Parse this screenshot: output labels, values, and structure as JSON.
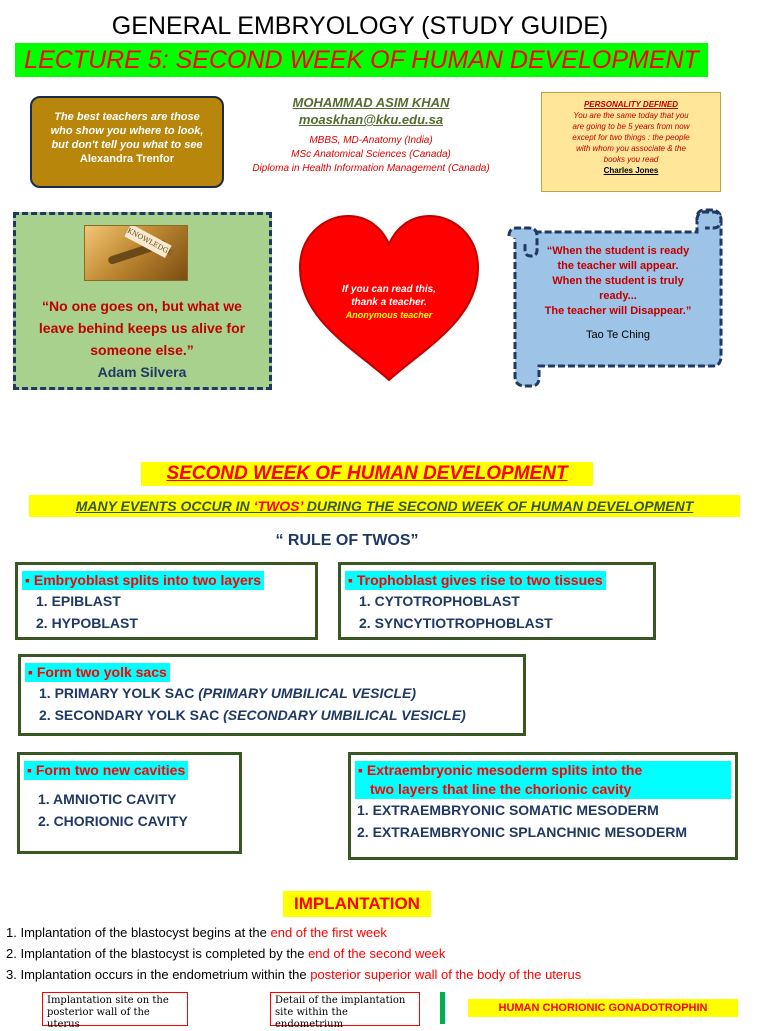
{
  "header": {
    "title": "GENERAL EMBRYOLOGY  (STUDY GUIDE)",
    "lecture": "LECTURE 5: SECOND WEEK OF HUMAN DEVELOPMENT"
  },
  "quote_teachers": {
    "line1": "The best teachers are those",
    "line2": "who show you where to look,",
    "line3": "but don't tell you what to see",
    "author": "Alexandra Trenfor"
  },
  "author": {
    "name": "MOHAMMAD ASIM KHAN",
    "email": "moaskhan@kku.edu.sa",
    "degree1": "MBBS, MD-Anatomy (India)",
    "degree2": "MSc Anatomical Sciences (Canada)",
    "degree3": "Diploma in Health Information Management (Canada)"
  },
  "personality": {
    "heading": "PERSONALITY DEFINED",
    "line1": "You are the same today that you",
    "line2": "are going to be 5 years from now",
    "line3": "except for two things : the people",
    "line4": "with whom you associate & the",
    "line5": "books you read",
    "author": "Charles Jones"
  },
  "quote_green": {
    "image_label": "KNOWLEDGE",
    "line1": "“No one goes on, but what we",
    "line2": "leave behind keeps us alive for",
    "line3": "someone else.”",
    "author": "Adam Silvera"
  },
  "heart": {
    "line1": "If you can read this,",
    "line2": "thank a teacher.",
    "author": "Anonymous teacher",
    "color": "#ff0000"
  },
  "scroll": {
    "line1": "“When the student is ready",
    "line2": "the teacher will appear.",
    "line3": "When the student is truly",
    "line4": "ready...",
    "line5": "The teacher will Disappear.”",
    "author": "Tao Te Ching"
  },
  "section": {
    "title": "SECOND WEEK OF HUMAN DEVELOPMENT",
    "subtitle_pre": "MANY EVENTS OCCUR IN ",
    "subtitle_twos": "‘TWOS’",
    "subtitle_post": " DURING THE SECOND WEEK OF HUMAN DEVELOPMENT",
    "rule": "“ RULE OF TWOS”"
  },
  "rules": {
    "embryoblast": {
      "heading": "▪ Embryoblast splits into two layers",
      "item1": "1. EPIBLAST",
      "item2": "2. HYPOBLAST"
    },
    "trophoblast": {
      "heading": "▪ Trophoblast gives rise to two tissues",
      "item1": "1. CYTOTROPHOBLAST",
      "item2": "2. SYNCYTIOTROPHOBLAST"
    },
    "yolk": {
      "heading": "▪ Form two yolk sacs",
      "item1": "1. PRIMARY YOLK SAC ",
      "item1_note": "(PRIMARY UMBILICAL VESICLE)",
      "item2": "2. SECONDARY YOLK SAC ",
      "item2_note": "(SECONDARY UMBILICAL VESICLE)"
    },
    "cavities": {
      "heading": "▪ Form two new cavities",
      "item1": "1. AMNIOTIC CAVITY",
      "item2": "2. CHORIONIC CAVITY"
    },
    "mesoderm": {
      "heading1": "▪ Extraembryonic mesoderm splits into the",
      "heading2": "two layers that line the chorionic cavity",
      "item1": "1. EXTRAEMBRYONIC SOMATIC MESODERM",
      "item2": "2. EXTRAEMBRYONIC SPLANCHNIC MESODERM"
    }
  },
  "implantation": {
    "title": "IMPLANTATION",
    "p1_pre": "1. Implantation of the blastocyst begins at the ",
    "p1_red": "end of the first week",
    "p2_pre": "2. Implantation of the blastocyst is completed by the ",
    "p2_red": "end of the second week",
    "p3_pre": "3. Implantation occurs in the endometrium within the ",
    "p3_red": "posterior superior wall of the body of the uterus"
  },
  "bottom": {
    "box1_line1": "Implantation site on the",
    "box1_line2": "posterior wall of the uterus",
    "box2_line1": "Detail of the implantation",
    "box2_line2": "site within the endometrium",
    "hcg": "HUMAN CHORIONIC GONADOTROPHIN"
  }
}
